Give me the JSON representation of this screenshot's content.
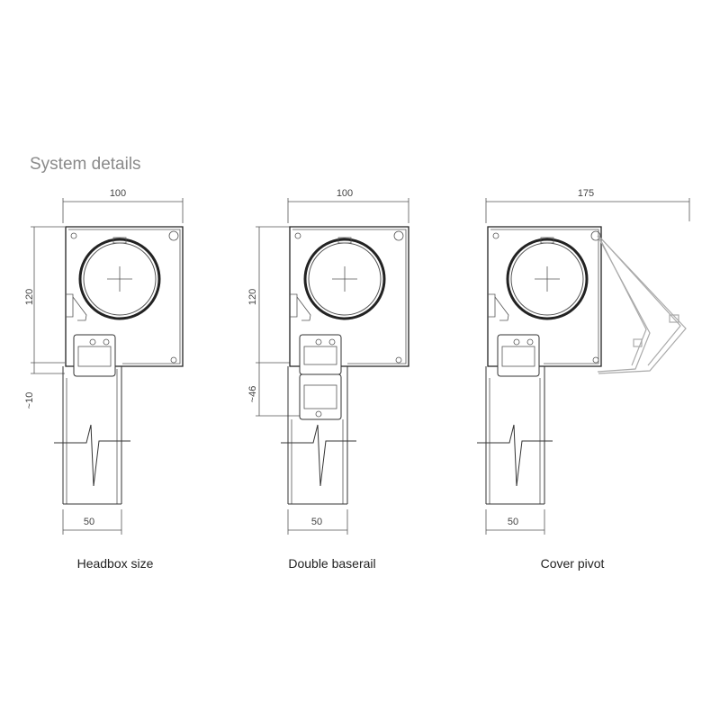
{
  "title": "System details",
  "panels": [
    {
      "caption": "Headbox size",
      "dim_width": "100",
      "dim_height": "120",
      "dim_rail": "~10",
      "dim_fabric": "50"
    },
    {
      "caption": "Double baserail",
      "dim_width": "100",
      "dim_height": "120",
      "dim_rail": "~46",
      "dim_fabric": "50"
    },
    {
      "caption": "Cover pivot",
      "dim_width": "175",
      "dim_fabric": "50"
    }
  ]
}
